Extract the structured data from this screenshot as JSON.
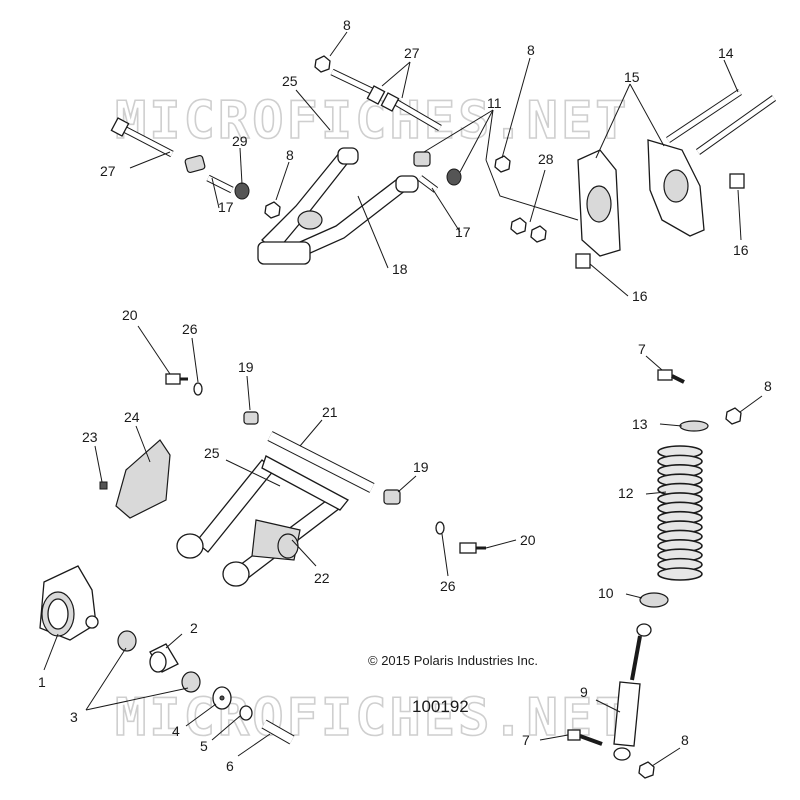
{
  "watermark": "MICROFICHES.NET",
  "copyright": "© 2015 Polaris Industries Inc.",
  "figure_number": "100192",
  "callouts": {
    "c1": "1",
    "c2": "2",
    "c3": "3",
    "c4": "4",
    "c5": "5",
    "c6": "6",
    "c7a": "7",
    "c7b": "7",
    "c8a": "8",
    "c8b": "8",
    "c8c": "8",
    "c8d": "8",
    "c8e": "8",
    "c9": "9",
    "c10": "10",
    "c11": "11",
    "c12": "12",
    "c13": "13",
    "c14": "14",
    "c15": "15",
    "c16a": "16",
    "c16b": "16",
    "c17a": "17",
    "c17b": "17",
    "c18": "18",
    "c19a": "19",
    "c19b": "19",
    "c20a": "20",
    "c20b": "20",
    "c21": "21",
    "c22": "22",
    "c23": "23",
    "c24": "24",
    "c25a": "25",
    "c25b": "25",
    "c26a": "26",
    "c26b": "26",
    "c27a": "27",
    "c27b": "27",
    "c28": "28",
    "c29": "29"
  }
}
